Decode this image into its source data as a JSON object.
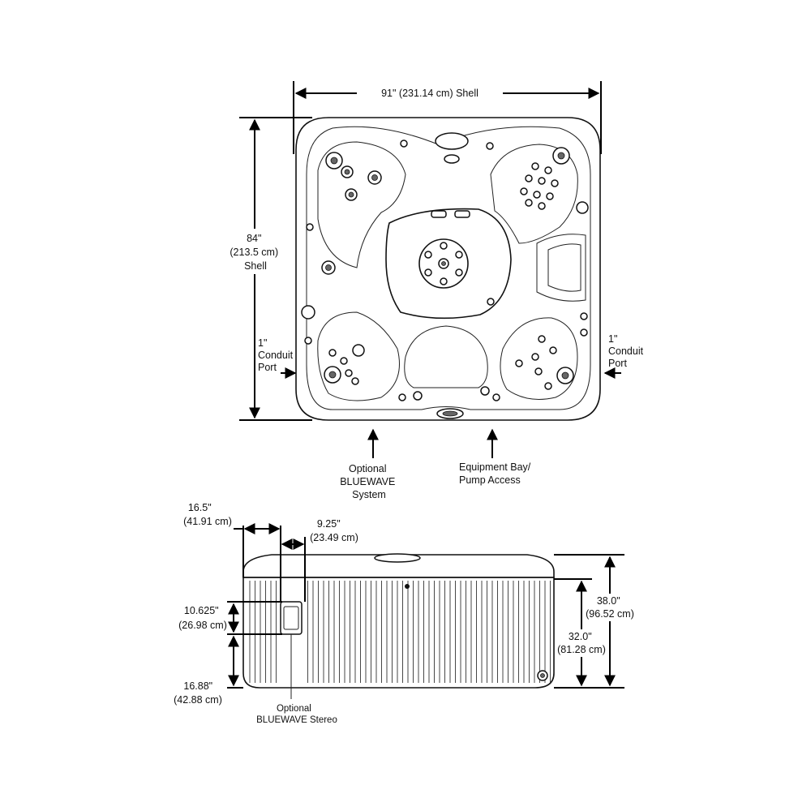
{
  "top_view": {
    "width_label": "91\" (231.14 cm) Shell",
    "height_label": [
      "84\"",
      "(213.5 cm)",
      "Shell"
    ],
    "conduit_left": [
      "1\"",
      "Conduit",
      "Port"
    ],
    "conduit_right": [
      "1\"",
      "Conduit",
      "Port"
    ],
    "bluewave_system": [
      "Optional",
      "BLUEWAVE",
      "System"
    ],
    "equipment_bay": [
      "Equipment Bay/",
      "Pump Access"
    ]
  },
  "side_view": {
    "dim_16_5": [
      "16.5\"",
      "(41.91 cm)"
    ],
    "dim_9_25": [
      "9.25\"",
      "(23.49 cm)"
    ],
    "dim_10_625": [
      "10.625\"",
      "(26.98 cm)"
    ],
    "dim_16_88": [
      "16.88\"",
      "(42.88 cm)"
    ],
    "dim_38": [
      "38.0\"",
      "(96.52 cm)"
    ],
    "dim_32": [
      "32.0\"",
      "(81.28 cm)"
    ],
    "stereo": [
      "Optional",
      "BLUEWAVE Stereo"
    ]
  }
}
